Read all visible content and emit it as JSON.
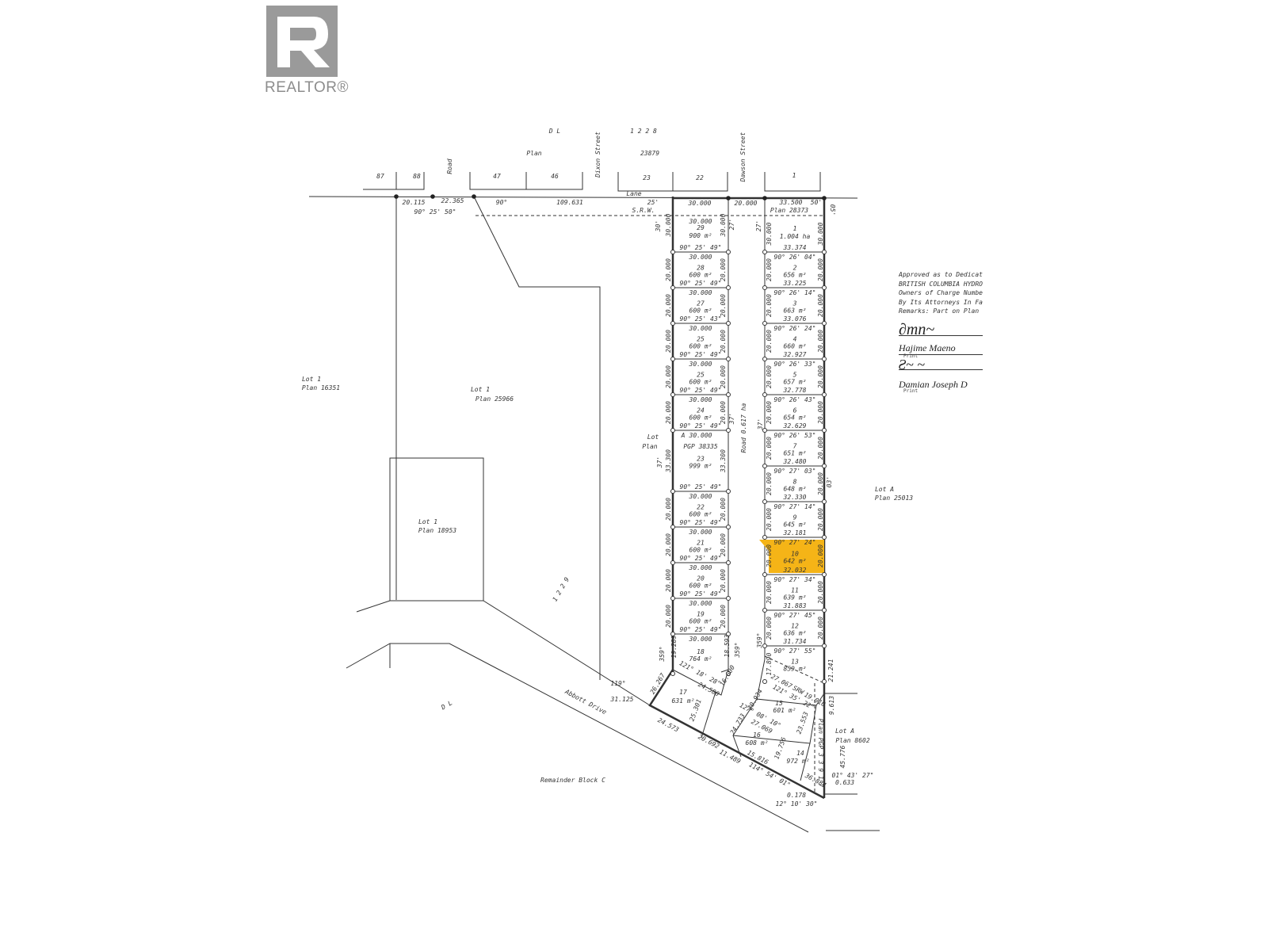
{
  "logo": {
    "text": "REALTOR®",
    "color": "#9a9a9a"
  },
  "highlight_color": "#f5b417",
  "labels": {
    "dl_top": "D   L",
    "dl_number": "1 2 2 8",
    "plan_top": "Plan",
    "plan_top_num": "23879",
    "dixon": "Dixon Street",
    "dawson": "Dawson Street",
    "road_top": "Road",
    "lot87": "87",
    "lot88": "88",
    "lot47": "47",
    "lot46": "46",
    "lot23": "23",
    "lot22": "22",
    "lot1top": "1",
    "lane": "Lane",
    "d20115": "20.115",
    "d22365": "22.365",
    "b902550": "90° 25' 50\"",
    "b90": "90°",
    "d109631": "109.631",
    "d25": "25'",
    "srw": "S.R.W.",
    "d30000top": "30.000",
    "d20000top": "20.000",
    "d33500": "33.500",
    "d50": "50'",
    "plan28373": "Plan 28373",
    "d05": "05'",
    "d30a": "30'",
    "d27a": "27'",
    "d27b": "27'",
    "d37a": "37'",
    "d37b": "37'",
    "d37c": "37'",
    "d03": "03'",
    "lot1_16351": "Lot 1",
    "plan16351": "Plan 16351",
    "lot1_25966": "Lot 1",
    "plan25966": "Plan 25966",
    "lot1_18953": "Lot 1",
    "plan18953": "Plan 18953",
    "d1229": "1 2 2 9",
    "lotplan_lot": "Lot",
    "lotplan_plan": "Plan",
    "lotA_letter": "A",
    "pgp": "PGP 38335",
    "road_mid": "Road   0.617 ha",
    "lotA": "Lot A",
    "plan25013": "Plan 25013",
    "lotA2": "Lot A",
    "plan8602": "Plan 8602",
    "dl_bottom": "D   L",
    "abbott": "Abbott   Drive",
    "remainder": "Remainder Block C",
    "b119": "119°",
    "d31125": "31.125",
    "d24573": "24.573",
    "d20692": "20.692",
    "d11489": "11.489",
    "d15816": "15.816",
    "d36884": "36.884",
    "b114": "114° 54' 01\"",
    "d0178": "0.178",
    "b121030": "12° 10' 30\"",
    "b014327": "01° 43' 27\"",
    "d0633": "0.633",
    "d45776": "45.776",
    "d9613": "9.613",
    "d21241": "21.241",
    "d17890": "17.890",
    "d359a": "359°",
    "d359b": "359°",
    "d359c": "359°",
    "d19289": "19.289",
    "d18593": "18.593",
    "d26267": "26.267",
    "d24500": "24.500",
    "d16600": "16.600",
    "d25301": "25.301",
    "b1211828": "121° 18' 28\"",
    "d20934": "20.934",
    "d27067": "27.067",
    "srw2": "SRW",
    "d19010": "19.010",
    "b1213522": "121° 35' 22\"",
    "d24733": "24.733",
    "d27069": "27.069",
    "b1270810": "127° 08' 10\"",
    "d23553": "23.553",
    "d19756": "19.756",
    "plan_pgp": "Plan PGP 3 3 9 1 7",
    "lot17": "17",
    "lot17a": "631 m²",
    "lot15": "15",
    "lot15a": "601 m²",
    "lot16": "16",
    "lot16a": "608 m²",
    "lot14": "14",
    "lot14a": "972 m²"
  },
  "west_lots": [
    {
      "lot": "29",
      "area": "900 m²",
      "top": "30.000",
      "side": "30.000",
      "bearing": "90° 25' 49\""
    },
    {
      "lot": "28",
      "area": "600 m²",
      "top": "30.000",
      "side": "20.000",
      "bearing": "90° 25' 49\""
    },
    {
      "lot": "27",
      "area": "600 m²",
      "top": "30.000",
      "side": "20.000",
      "bearing": "90° 25' 43\""
    },
    {
      "lot": "25",
      "area": "600 m²",
      "top": "30.000",
      "side": "20.000",
      "bearing": "90° 25' 49\""
    },
    {
      "lot": "25",
      "area": "600 m²",
      "top": "30.000",
      "side": "20.000",
      "bearing": "90° 25' 49\""
    },
    {
      "lot": "24",
      "area": "600 m²",
      "top": "30.000",
      "side": "20.000",
      "bearing": "90° 25' 49\""
    },
    {
      "lot": "23",
      "area": "999 m²",
      "top": "30.000",
      "side": "33.300",
      "bearing": "90° 25' 49\""
    },
    {
      "lot": "22",
      "area": "600 m²",
      "top": "30.000",
      "side": "20.000",
      "bearing": "90° 25' 49\""
    },
    {
      "lot": "21",
      "area": "600 m²",
      "top": "30.000",
      "side": "20.000",
      "bearing": "90° 25' 49\""
    },
    {
      "lot": "20",
      "area": "600 m²",
      "top": "30.000",
      "side": "20.000",
      "bearing": "90° 25' 49\""
    },
    {
      "lot": "19",
      "area": "600 m²",
      "top": "30.000",
      "side": "20.000",
      "bearing": "90° 25' 49\""
    },
    {
      "lot": "18",
      "area": "764 m²",
      "top": "30.000",
      "side": "",
      "bearing": ""
    }
  ],
  "east_lots": [
    {
      "lot": "1",
      "area": "1.004 ha",
      "top_bearing": "",
      "width": "33.374",
      "side": "30.000"
    },
    {
      "lot": "2",
      "area": "656 m²",
      "top_bearing": "90° 26' 04\"",
      "width": "33.225",
      "side": "20.000"
    },
    {
      "lot": "3",
      "area": "663 m²",
      "top_bearing": "90° 26' 14\"",
      "width": "33.076",
      "side": "20.000"
    },
    {
      "lot": "4",
      "area": "660 m²",
      "top_bearing": "90° 26' 24\"",
      "width": "32.927",
      "side": "20.000"
    },
    {
      "lot": "5",
      "area": "657 m²",
      "top_bearing": "90° 26' 33\"",
      "width": "32.778",
      "side": "20.000"
    },
    {
      "lot": "6",
      "area": "654 m²",
      "top_bearing": "90° 26' 43\"",
      "width": "32.629",
      "side": "20.000"
    },
    {
      "lot": "7",
      "area": "651 m²",
      "top_bearing": "90° 26' 53\"",
      "width": "32.480",
      "side": "20.000"
    },
    {
      "lot": "8",
      "area": "648 m²",
      "top_bearing": "90° 27' 03\"",
      "width": "32.330",
      "side": "20.000"
    },
    {
      "lot": "9",
      "area": "645 m²",
      "top_bearing": "90° 27' 14\"",
      "width": "32.181",
      "side": "20.000"
    },
    {
      "lot": "10",
      "area": "642 m²",
      "top_bearing": "90° 27' 24\"",
      "width": "32.032",
      "side": "20.000",
      "highlighted": true
    },
    {
      "lot": "11",
      "area": "639 m²",
      "top_bearing": "90° 27' 34\"",
      "width": "31.883",
      "side": "20.000"
    },
    {
      "lot": "12",
      "area": "636 m²",
      "top_bearing": "90° 27' 45\"",
      "width": "31.734",
      "side": "20.000"
    },
    {
      "lot": "13",
      "area": "859 m²",
      "top_bearing": "90° 27' 55\"",
      "width": "",
      "side": ""
    }
  ],
  "notes": {
    "lines": [
      "Approved as to Dedicat",
      "BRITISH COLUMBIA HYDRO",
      "Owners of Charge Numbe",
      "By Its Attorneys In Fa",
      "Remarks: Part on Plan"
    ],
    "signer1": "Hajime Maeno",
    "signer2": "Damian Joseph D",
    "print1": "Print",
    "print2": "Print"
  }
}
